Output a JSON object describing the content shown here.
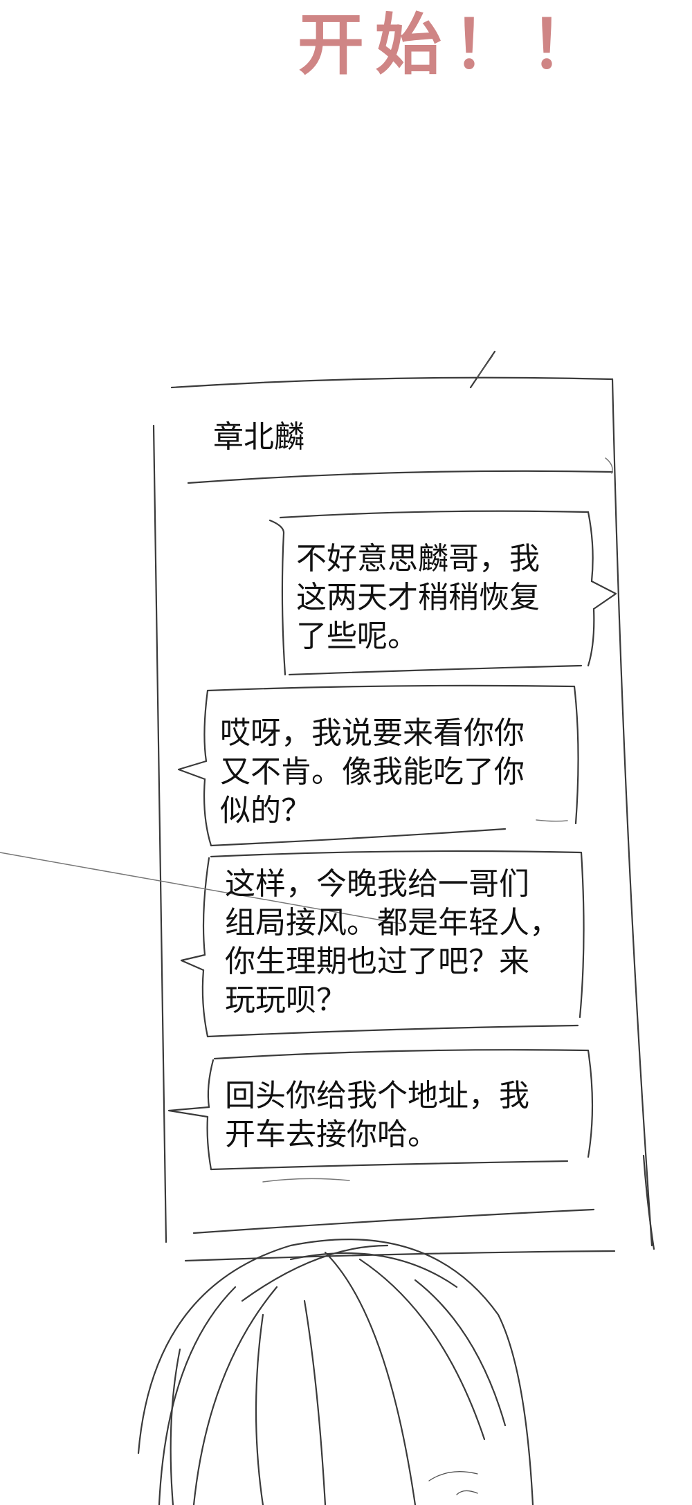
{
  "shout": "开始！！",
  "chat": {
    "contact_name": "章北麟",
    "messages": [
      {
        "side": "outgoing",
        "lines": [
          "不好意思麟哥，我",
          "这两天才稍稍恢复",
          "了些呢。"
        ]
      },
      {
        "side": "incoming",
        "lines": [
          "哎呀，我说要来看你你",
          "又不肯。像我能吃了你",
          "似的？"
        ]
      },
      {
        "side": "incoming",
        "lines": [
          "这样，今晚我给一哥们",
          "组局接风。都是年轻人，",
          "你生理期也过了吧？来",
          "玩玩呗？"
        ]
      },
      {
        "side": "incoming",
        "lines": [
          "回头你给我个地址，我",
          "开车去接你哈。"
        ]
      }
    ]
  }
}
